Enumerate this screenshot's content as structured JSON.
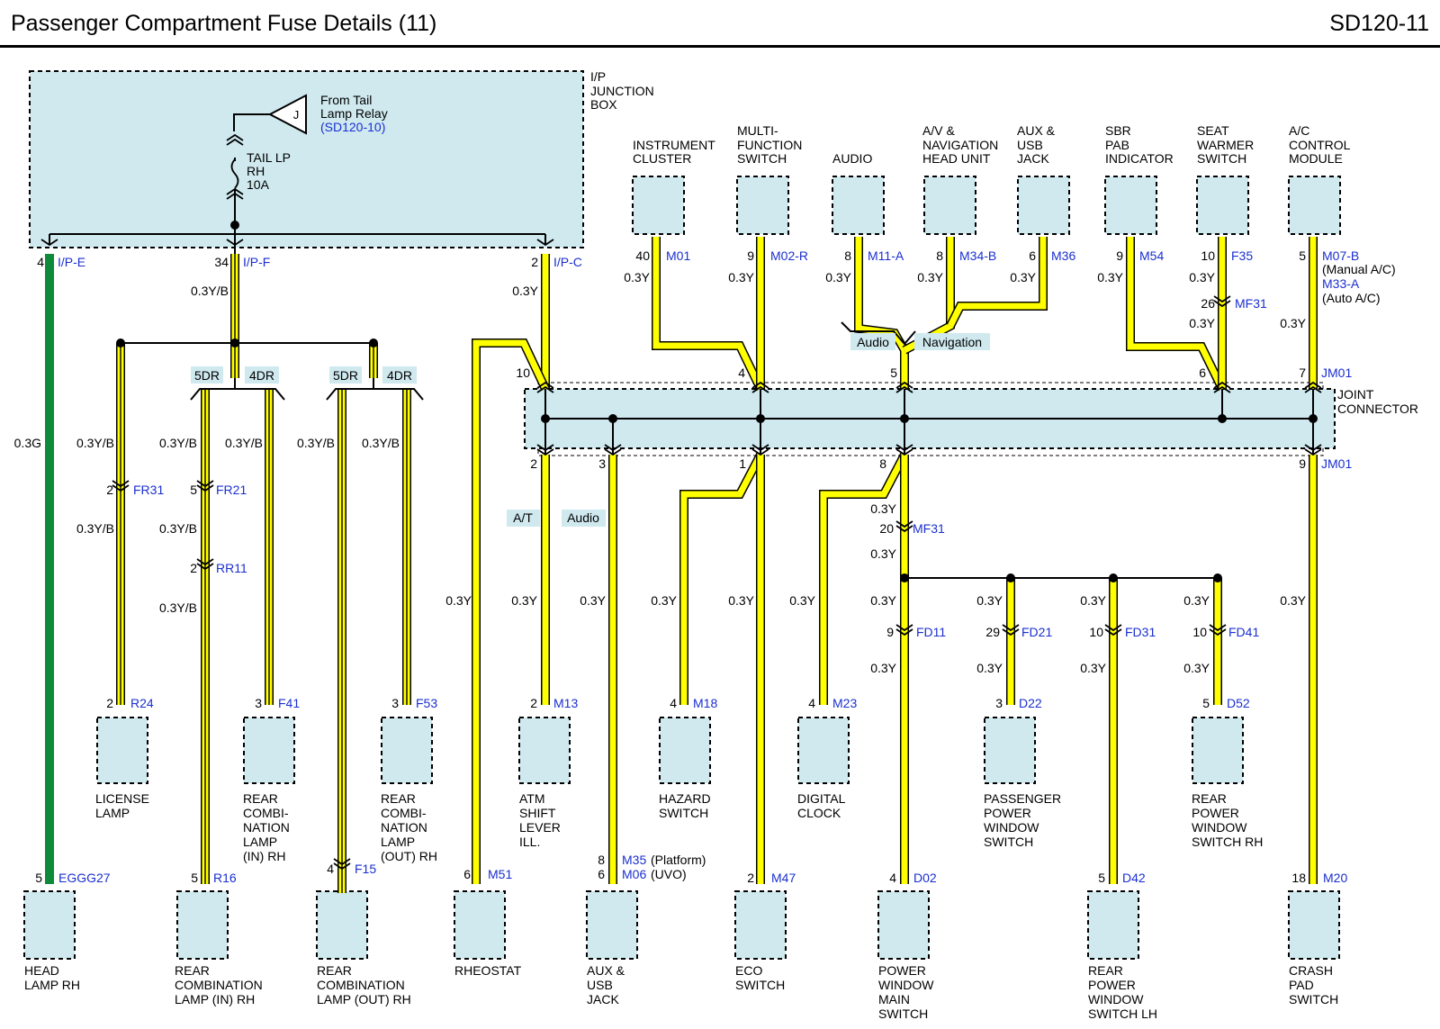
{
  "title": "Passenger Compartment Fuse Details (11)",
  "page_code": "SD120-11",
  "colors": {
    "box_fill": "#cfe9ef",
    "wire_yellow": "#ffff00",
    "wire_green": "#0e8a3a",
    "ref_blue": "#1a2fd0"
  },
  "junction_box": {
    "label": "I/P JUNCTION BOX",
    "relay": {
      "letter": "J",
      "text1": "From Tail",
      "text2": "Lamp Relay",
      "ref": "(SD120-10)"
    },
    "fuse": {
      "l1": "TAIL LP",
      "l2": "RH",
      "l3": "10A"
    }
  },
  "joint_connector": {
    "label1": "JOINT",
    "label2": "CONNECTOR"
  },
  "labels": [
    {
      "id": "pE",
      "t": "4"
    },
    {
      "id": "cE",
      "t": "I/P-E",
      "blue": true
    },
    {
      "id": "pF",
      "t": "34"
    },
    {
      "id": "cF",
      "t": "I/P-F",
      "blue": true
    },
    {
      "id": "pC",
      "t": "2"
    },
    {
      "id": "cC",
      "t": "I/P-C",
      "blue": true
    },
    {
      "id": "wF",
      "t": "0.3Y/B"
    },
    {
      "id": "wC",
      "t": "0.3Y"
    },
    {
      "id": "t5a",
      "t": "5DR"
    },
    {
      "id": "t4a",
      "t": "4DR"
    },
    {
      "id": "t5b",
      "t": "5DR"
    },
    {
      "id": "t4b",
      "t": "4DR"
    },
    {
      "id": "wG",
      "t": "0.3G"
    },
    {
      "id": "w1",
      "t": "0.3Y/B"
    },
    {
      "id": "w2",
      "t": "0.3Y/B"
    },
    {
      "id": "w3",
      "t": "0.3Y/B"
    },
    {
      "id": "w4",
      "t": "0.3Y/B"
    },
    {
      "id": "w5",
      "t": "0.3Y/B"
    },
    {
      "id": "pFR31",
      "t": "2"
    },
    {
      "id": "cFR31",
      "t": "FR31",
      "blue": true
    },
    {
      "id": "pFR21",
      "t": "5"
    },
    {
      "id": "cFR21",
      "t": "FR21",
      "blue": true
    },
    {
      "id": "w6",
      "t": "0.3Y/B"
    },
    {
      "id": "w7",
      "t": "0.3Y/B"
    },
    {
      "id": "pRR11",
      "t": "2"
    },
    {
      "id": "cRR11",
      "t": "RR11",
      "blue": true
    },
    {
      "id": "w8",
      "t": "0.3Y/B"
    },
    {
      "id": "pR24",
      "t": "2"
    },
    {
      "id": "cR24",
      "t": "R24",
      "blue": true
    },
    {
      "id": "pF41",
      "t": "3"
    },
    {
      "id": "cF41",
      "t": "F41",
      "blue": true
    },
    {
      "id": "pF53",
      "t": "3"
    },
    {
      "id": "cF53",
      "t": "F53",
      "blue": true
    },
    {
      "id": "pEGG",
      "t": "5"
    },
    {
      "id": "cEGG",
      "t": "EGGG27",
      "blue": true
    },
    {
      "id": "pR16",
      "t": "5"
    },
    {
      "id": "cR16",
      "t": "R16",
      "blue": true
    },
    {
      "id": "pF15",
      "t": "4"
    },
    {
      "id": "cF15",
      "t": "F15",
      "blue": true
    },
    {
      "id": "n1a",
      "t": "INSTRUMENT"
    },
    {
      "id": "n1b",
      "t": "CLUSTER"
    },
    {
      "id": "n2a",
      "t": "MULTI-"
    },
    {
      "id": "n2b",
      "t": "FUNCTION"
    },
    {
      "id": "n2c",
      "t": "SWITCH"
    },
    {
      "id": "n3a",
      "t": "AUDIO"
    },
    {
      "id": "n4a",
      "t": "A/V &"
    },
    {
      "id": "n4b",
      "t": "NAVIGATION"
    },
    {
      "id": "n4c",
      "t": "HEAD UNIT"
    },
    {
      "id": "n5a",
      "t": "AUX &"
    },
    {
      "id": "n5b",
      "t": "USB"
    },
    {
      "id": "n5c",
      "t": "JACK"
    },
    {
      "id": "n6a",
      "t": "SBR"
    },
    {
      "id": "n6b",
      "t": "PAB"
    },
    {
      "id": "n6c",
      "t": "INDICATOR"
    },
    {
      "id": "n7a",
      "t": "SEAT"
    },
    {
      "id": "n7b",
      "t": "WARMER"
    },
    {
      "id": "n7c",
      "t": "SWITCH"
    },
    {
      "id": "n8a",
      "t": "A/C"
    },
    {
      "id": "n8b",
      "t": "CONTROL"
    },
    {
      "id": "n8c",
      "t": "MODULE"
    },
    {
      "id": "pM01",
      "t": "40"
    },
    {
      "id": "cM01",
      "t": "M01",
      "blue": true
    },
    {
      "id": "pM02",
      "t": "9"
    },
    {
      "id": "cM02",
      "t": "M02-R",
      "blue": true
    },
    {
      "id": "pM11",
      "t": "8"
    },
    {
      "id": "cM11",
      "t": "M11-A",
      "blue": true
    },
    {
      "id": "pM34",
      "t": "8"
    },
    {
      "id": "cM34",
      "t": "M34-B",
      "blue": true
    },
    {
      "id": "pM36",
      "t": "6"
    },
    {
      "id": "cM36",
      "t": "M36",
      "blue": true
    },
    {
      "id": "pM54",
      "t": "9"
    },
    {
      "id": "cM54",
      "t": "M54",
      "blue": true
    },
    {
      "id": "pF35",
      "t": "10"
    },
    {
      "id": "cF35",
      "t": "F35",
      "blue": true
    },
    {
      "id": "pM07",
      "t": "5"
    },
    {
      "id": "cM07",
      "t": "M07-B",
      "blue": true
    },
    {
      "id": "m07n",
      "t": "(Manual A/C)"
    },
    {
      "id": "cM33",
      "t": "M33-A",
      "blue": true
    },
    {
      "id": "m33n",
      "t": "(Auto A/C)"
    },
    {
      "id": "y1",
      "t": "0.3Y"
    },
    {
      "id": "y2",
      "t": "0.3Y"
    },
    {
      "id": "y3",
      "t": "0.3Y"
    },
    {
      "id": "y4",
      "t": "0.3Y"
    },
    {
      "id": "y5",
      "t": "0.3Y"
    },
    {
      "id": "y6",
      "t": "0.3Y"
    },
    {
      "id": "y7",
      "t": "0.3Y"
    },
    {
      "id": "y8",
      "t": "0.3Y"
    },
    {
      "id": "pMF31a",
      "t": "26"
    },
    {
      "id": "cMF31a",
      "t": "MF31",
      "blue": true
    },
    {
      "id": "y9",
      "t": "0.3Y"
    },
    {
      "id": "y10",
      "t": "0.3Y"
    },
    {
      "id": "tAudio",
      "t": "Audio"
    },
    {
      "id": "tNav",
      "t": "Navigation"
    },
    {
      "id": "j10",
      "t": "10"
    },
    {
      "id": "j4",
      "t": "4"
    },
    {
      "id": "j5",
      "t": "5"
    },
    {
      "id": "j6",
      "t": "6"
    },
    {
      "id": "j7",
      "t": "7"
    },
    {
      "id": "cJM01a",
      "t": "JM01",
      "blue": true
    },
    {
      "id": "j2",
      "t": "2"
    },
    {
      "id": "j3",
      "t": "3"
    },
    {
      "id": "j1",
      "t": "1"
    },
    {
      "id": "j8",
      "t": "8"
    },
    {
      "id": "j9",
      "t": "9"
    },
    {
      "id": "cJM01b",
      "t": "JM01",
      "blue": true
    },
    {
      "id": "tAT",
      "t": "A/T"
    },
    {
      "id": "tAudio2",
      "t": "Audio"
    },
    {
      "id": "y11",
      "t": "0.3Y"
    },
    {
      "id": "pMF31b",
      "t": "20"
    },
    {
      "id": "cMF31b",
      "t": "MF31",
      "blue": true
    },
    {
      "id": "y12",
      "t": "0.3Y"
    },
    {
      "id": "y13",
      "t": "0.3Y"
    },
    {
      "id": "y14",
      "t": "0.3Y"
    },
    {
      "id": "y15",
      "t": "0.3Y"
    },
    {
      "id": "y16",
      "t": "0.3Y"
    },
    {
      "id": "y17",
      "t": "0.3Y"
    },
    {
      "id": "y18",
      "t": "0.3Y"
    },
    {
      "id": "y19",
      "t": "0.3Y"
    },
    {
      "id": "y20",
      "t": "0.3Y"
    },
    {
      "id": "y21",
      "t": "0.3Y"
    },
    {
      "id": "y22",
      "t": "0.3Y"
    },
    {
      "id": "y23",
      "t": "0.3Y"
    },
    {
      "id": "pFD11",
      "t": "9"
    },
    {
      "id": "cFD11",
      "t": "FD11",
      "blue": true
    },
    {
      "id": "pFD21",
      "t": "29"
    },
    {
      "id": "cFD21",
      "t": "FD21",
      "blue": true
    },
    {
      "id": "pFD31",
      "t": "10"
    },
    {
      "id": "cFD31",
      "t": "FD31",
      "blue": true
    },
    {
      "id": "pFD41",
      "t": "10"
    },
    {
      "id": "cFD41",
      "t": "FD41",
      "blue": true
    },
    {
      "id": "y24",
      "t": "0.3Y"
    },
    {
      "id": "y25",
      "t": "0.3Y"
    },
    {
      "id": "y26",
      "t": "0.3Y"
    },
    {
      "id": "y27",
      "t": "0.3Y"
    },
    {
      "id": "pM13",
      "t": "2"
    },
    {
      "id": "cM13",
      "t": "M13",
      "blue": true
    },
    {
      "id": "pM18",
      "t": "4"
    },
    {
      "id": "cM18",
      "t": "M18",
      "blue": true
    },
    {
      "id": "pM23",
      "t": "4"
    },
    {
      "id": "cM23",
      "t": "M23",
      "blue": true
    },
    {
      "id": "pD22",
      "t": "3"
    },
    {
      "id": "cD22",
      "t": "D22",
      "blue": true
    },
    {
      "id": "pD52",
      "t": "5"
    },
    {
      "id": "cD52",
      "t": "D52",
      "blue": true
    },
    {
      "id": "pM51",
      "t": "6"
    },
    {
      "id": "cM51",
      "t": "M51",
      "blue": true
    },
    {
      "id": "pM35",
      "t": "8"
    },
    {
      "id": "cM35",
      "t": "M35",
      "blue": true
    },
    {
      "id": "m35n",
      "t": "(Platform)"
    },
    {
      "id": "pM06",
      "t": "6"
    },
    {
      "id": "cM06",
      "t": "M06",
      "blue": true
    },
    {
      "id": "m06n",
      "t": "(UVO)"
    },
    {
      "id": "pM47",
      "t": "2"
    },
    {
      "id": "cM47",
      "t": "M47",
      "blue": true
    },
    {
      "id": "pD02",
      "t": "4"
    },
    {
      "id": "cD02",
      "t": "D02",
      "blue": true
    },
    {
      "id": "pD42",
      "t": "5"
    },
    {
      "id": "cD42",
      "t": "D42",
      "blue": true
    },
    {
      "id": "pM20",
      "t": "18"
    },
    {
      "id": "cM20",
      "t": "M20",
      "blue": true
    },
    {
      "id": "b1a",
      "t": "LICENSE"
    },
    {
      "id": "b1b",
      "t": "LAMP"
    },
    {
      "id": "b2a",
      "t": "REAR"
    },
    {
      "id": "b2b",
      "t": "COMBI-"
    },
    {
      "id": "b2c",
      "t": "NATION"
    },
    {
      "id": "b2d",
      "t": "LAMP"
    },
    {
      "id": "b2e",
      "t": "(IN) RH"
    },
    {
      "id": "b3a",
      "t": "REAR"
    },
    {
      "id": "b3b",
      "t": "COMBI-"
    },
    {
      "id": "b3c",
      "t": "NATION"
    },
    {
      "id": "b3d",
      "t": "LAMP"
    },
    {
      "id": "b3e",
      "t": "(OUT) RH"
    },
    {
      "id": "b4a",
      "t": "ATM"
    },
    {
      "id": "b4b",
      "t": "SHIFT"
    },
    {
      "id": "b4c",
      "t": "LEVER"
    },
    {
      "id": "b4d",
      "t": "ILL."
    },
    {
      "id": "b5a",
      "t": "HAZARD"
    },
    {
      "id": "b5b",
      "t": "SWITCH"
    },
    {
      "id": "b6a",
      "t": "DIGITAL"
    },
    {
      "id": "b6b",
      "t": "CLOCK"
    },
    {
      "id": "b7a",
      "t": "PASSENGER"
    },
    {
      "id": "b7b",
      "t": "POWER"
    },
    {
      "id": "b7c",
      "t": "WINDOW"
    },
    {
      "id": "b7d",
      "t": "SWITCH"
    },
    {
      "id": "b8a",
      "t": "REAR"
    },
    {
      "id": "b8b",
      "t": "POWER"
    },
    {
      "id": "b8c",
      "t": "WINDOW"
    },
    {
      "id": "b8d",
      "t": "SWITCH RH"
    },
    {
      "id": "g1a",
      "t": "HEAD"
    },
    {
      "id": "g1b",
      "t": "LAMP RH"
    },
    {
      "id": "g2a",
      "t": "REAR"
    },
    {
      "id": "g2b",
      "t": "COMBINATION"
    },
    {
      "id": "g2c",
      "t": "LAMP (IN) RH"
    },
    {
      "id": "g3a",
      "t": "REAR"
    },
    {
      "id": "g3b",
      "t": "COMBINATION"
    },
    {
      "id": "g3c",
      "t": "LAMP (OUT) RH"
    },
    {
      "id": "g4a",
      "t": "RHEOSTAT"
    },
    {
      "id": "g5a",
      "t": "AUX &"
    },
    {
      "id": "g5b",
      "t": "USB"
    },
    {
      "id": "g5c",
      "t": "JACK"
    },
    {
      "id": "g6a",
      "t": "ECO"
    },
    {
      "id": "g6b",
      "t": "SWITCH"
    },
    {
      "id": "g7a",
      "t": "POWER"
    },
    {
      "id": "g7b",
      "t": "WINDOW"
    },
    {
      "id": "g7c",
      "t": "MAIN"
    },
    {
      "id": "g7d",
      "t": "SWITCH"
    },
    {
      "id": "g8a",
      "t": "REAR"
    },
    {
      "id": "g8b",
      "t": "POWER"
    },
    {
      "id": "g8c",
      "t": "WINDOW"
    },
    {
      "id": "g8d",
      "t": "SWITCH LH"
    },
    {
      "id": "g9a",
      "t": "CRASH"
    },
    {
      "id": "g9b",
      "t": "PAD"
    },
    {
      "id": "g9c",
      "t": "SWITCH"
    }
  ]
}
